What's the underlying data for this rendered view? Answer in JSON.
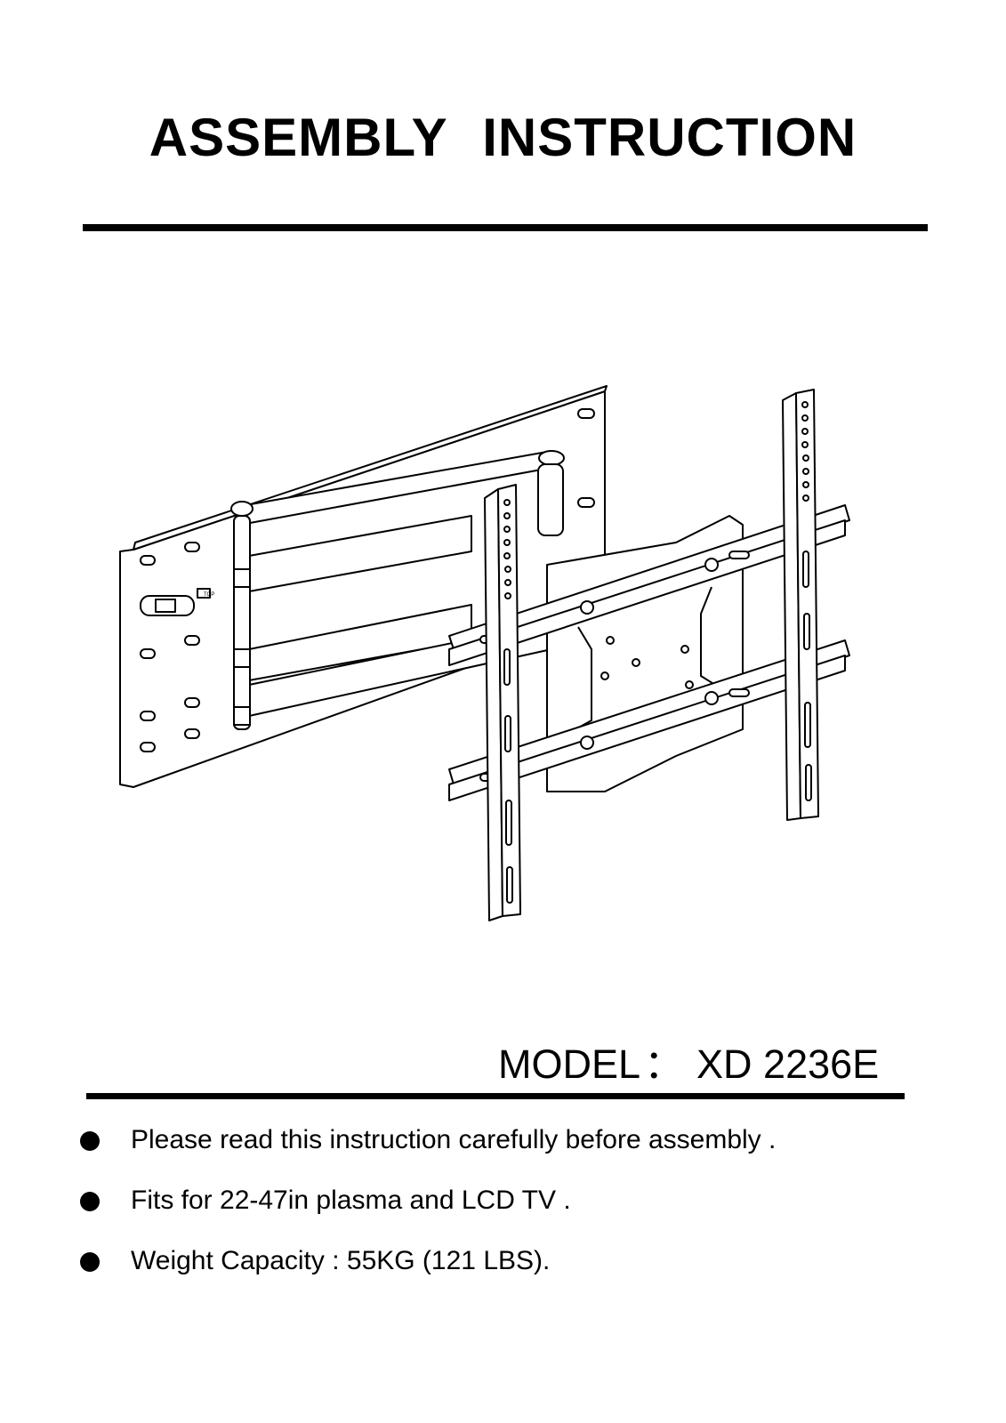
{
  "title": "ASSEMBLY  INSTRUCTION",
  "model": {
    "label": "MODEL",
    "separator": "：",
    "value": "XD 2236E"
  },
  "drawing": {
    "top_label": "TOP"
  },
  "notes": [
    "Please read this instruction carefully before assembly .",
    "Fits for 22-47in plasma and  LCD TV .",
    "Weight Capacity : 55KG (121 LBS)."
  ]
}
